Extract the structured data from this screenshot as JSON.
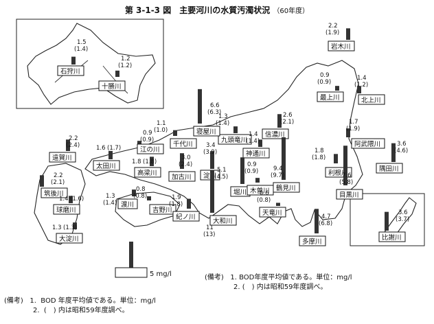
{
  "title": "第 3-1-3 図　主要河川の水質汚濁状況",
  "title_sub": "（60年度）",
  "legend_unit": "5 mg/l",
  "note_inner": {
    "label": "(備考)",
    "line1": "1. BOD年度平均値である。単位：mg/l",
    "line2": "2. (　) 内は昭和59年度調べ。"
  },
  "note_outer": {
    "label": "(備考)",
    "line1_num": "1.",
    "line1": "BOD 年度平均値である。単位：mg/l",
    "line2_num": "2.",
    "line2": "(　) 内は昭和59年度調べ。"
  },
  "chart_data": {
    "type": "bar",
    "unit": "mg/l",
    "legend_bar_value": 5,
    "rivers": [
      {
        "name": "石狩川",
        "value": 1.5,
        "prev": 1.4,
        "value_label": "1.5",
        "prev_label": "(1.4)"
      },
      {
        "name": "十勝川",
        "value": 1.2,
        "prev": 1.2,
        "value_label": "1.2",
        "prev_label": "(1.2)"
      },
      {
        "name": "岩木川",
        "value": 2.2,
        "prev": 1.9,
        "value_label": "2.2",
        "prev_label": "(1.9)"
      },
      {
        "name": "最上川",
        "value": 0.9,
        "prev": 0.9,
        "value_label": "0.9",
        "prev_label": "(0.9)"
      },
      {
        "name": "北上川",
        "value": 1.4,
        "prev": 1.2,
        "value_label": "1.4",
        "prev_label": "(1.2)"
      },
      {
        "name": "阿武隈川",
        "value": 1.7,
        "prev": 1.9,
        "value_label": "1.7",
        "prev_label": "(1.9)"
      },
      {
        "name": "信濃川",
        "value": 2.6,
        "prev": 2.1,
        "value_label": "2.6",
        "prev_label": "(2.1)"
      },
      {
        "name": "九頭竜川",
        "value": 1.3,
        "prev": 1.4,
        "value_label": "1.3",
        "prev_label": "(1.4)"
      },
      {
        "name": "神通川",
        "value": 1.4,
        "prev": 1.4,
        "value_label": "1.4",
        "prev_label": "(1.4)"
      },
      {
        "name": "寝屋川",
        "value": 6.6,
        "prev": 6.3,
        "value_label": "6.6",
        "prev_label": "(6.3)"
      },
      {
        "name": "千代川",
        "value": 1.1,
        "prev": 1.0,
        "value_label": "1.1",
        "prev_label": "(1.0)"
      },
      {
        "name": "江の川",
        "value": 0.9,
        "prev": 0.9,
        "value_label": "0.9",
        "prev_label": "(0.9)"
      },
      {
        "name": "遠賀川",
        "value": 2.2,
        "prev": 2.4,
        "value_label": "2.2",
        "prev_label": "(2.4)"
      },
      {
        "name": "太田川",
        "value": 1.6,
        "prev": 1.7,
        "value_label": "1.6",
        "prev_label": "(1.7)"
      },
      {
        "name": "高梁川",
        "value": 1.8,
        "prev": 1.8,
        "value_label": "1.8",
        "prev_label": "(1.8)"
      },
      {
        "name": "加古川",
        "value": 3.0,
        "prev": 2.4,
        "value_label": "3.0",
        "prev_label": "(2.4)"
      },
      {
        "name": "淀川",
        "value": 3.4,
        "prev": 3.9,
        "value_label": "3.4",
        "prev_label": "(3.9)"
      },
      {
        "name": "筑後川",
        "value": 2.2,
        "prev": 2.1,
        "value_label": "2.2",
        "prev_label": "(2.1)"
      },
      {
        "name": "球磨川",
        "value": 1.4,
        "prev": 1.6,
        "value_label": "1.4",
        "prev_label": "(1.6)"
      },
      {
        "name": "大淀川",
        "value": 1.3,
        "prev": 1.3,
        "value_label": "1.3",
        "prev_label": "(1.3)"
      },
      {
        "name": "渡川",
        "value": 1.3,
        "prev": 1.4,
        "value_label": "1.3",
        "prev_label": "(1.4)"
      },
      {
        "name": "吉野川",
        "value": 0.8,
        "prev": 0.8,
        "value_label": "0.8",
        "prev_label": "(0.8)"
      },
      {
        "name": "紀ノ川",
        "value": 1.9,
        "prev": 1.8,
        "value_label": "1.9",
        "prev_label": "(1.8)"
      },
      {
        "name": "大和川",
        "value": 11,
        "prev": 13,
        "value_label": "11",
        "prev_label": "(13)"
      },
      {
        "name": "堀川",
        "value": 5.1,
        "prev": 4.5,
        "value_label": "5.1",
        "prev_label": "(4.5)"
      },
      {
        "name": "木曽川",
        "value": 0.9,
        "prev": 0.9,
        "value_label": "0.9",
        "prev_label": "(0.9)"
      },
      {
        "name": "天竜川",
        "value": 0.6,
        "prev": 0.8,
        "value_label": "0.6",
        "prev_label": "(0.8)"
      },
      {
        "name": "鶴見川",
        "value": 9.4,
        "prev": 9.7,
        "value_label": "9.4",
        "prev_label": "(9.7)"
      },
      {
        "name": "利根川",
        "value": 1.8,
        "prev": 1.8,
        "value_label": "1.8",
        "prev_label": "(1.8)"
      },
      {
        "name": "隅田川",
        "value": 3.6,
        "prev": 4.6,
        "value_label": "3.6",
        "prev_label": "(4.6)"
      },
      {
        "name": "目黒川",
        "value": 7.6,
        "prev": 5.8,
        "value_label": "7.6",
        "prev_label": "(5.8)"
      },
      {
        "name": "多摩川",
        "value": 4.7,
        "prev": 6.8,
        "value_label": "4.7",
        "prev_label": "(6.8)"
      },
      {
        "name": "比謝川",
        "value": 3.6,
        "prev": 3.7,
        "value_label": "3.6",
        "prev_label": "(3.7)"
      }
    ]
  }
}
